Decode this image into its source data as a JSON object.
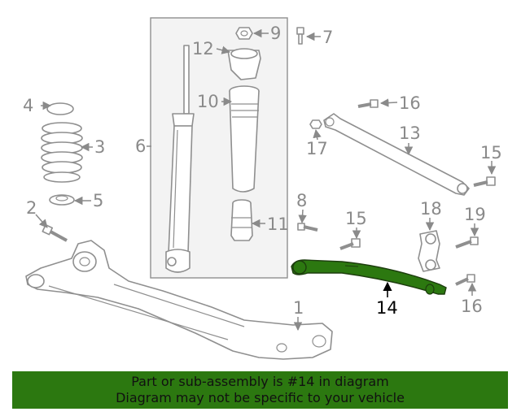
{
  "labels": {
    "l1": "1",
    "l2": "2",
    "l3": "3",
    "l4": "4",
    "l5": "5",
    "l6": "6",
    "l7": "7",
    "l8": "8",
    "l9": "9",
    "l10": "10",
    "l11": "11",
    "l12": "12",
    "l13": "13",
    "l14": "14",
    "l15a": "15",
    "l15b": "15",
    "l16a": "16",
    "l16b": "16",
    "l17": "17",
    "l18": "18",
    "l19": "19"
  },
  "highlight": {
    "color": "#2c7810"
  },
  "banner": {
    "line1": "Part or sub-assembly is #14 in diagram",
    "line2": "Diagram may not be specific to your vehicle"
  }
}
